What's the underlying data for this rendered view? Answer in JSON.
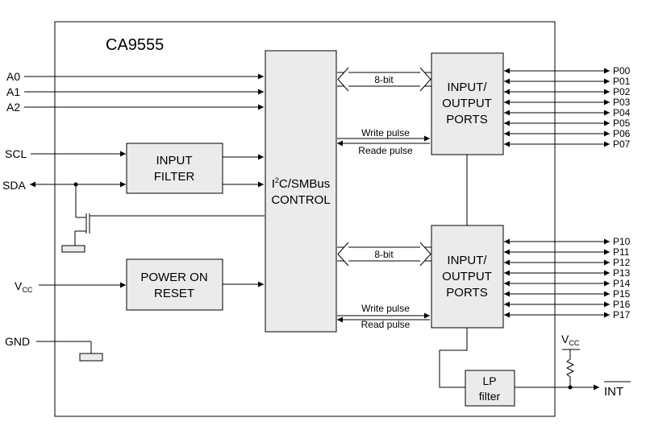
{
  "chip": {
    "name": "CA9555"
  },
  "address_pins": [
    "A0",
    "A1",
    "A2"
  ],
  "serial_pins": {
    "clock": "SCL",
    "data": "SDA"
  },
  "power_pins": {
    "vcc_main": "V",
    "vcc_sub": "CC",
    "ground": "GND"
  },
  "blocks": {
    "input_filter": [
      "INPUT",
      "FILTER"
    ],
    "power_on_reset": [
      "POWER ON",
      "RESET"
    ],
    "control": {
      "i": "I",
      "sup": "2",
      "rest": "C/SMBus",
      "line2": "CONTROL"
    },
    "ports_top": [
      "INPUT/",
      "OUTPUT",
      "PORTS"
    ],
    "ports_bottom": [
      "INPUT/",
      "OUTPUT",
      "PORTS"
    ],
    "lp_filter": [
      "LP",
      "filter"
    ]
  },
  "signals": {
    "bus_width_top": "8-bit",
    "bus_width_bottom": "8-bit",
    "write_pulse_top": "Write pulse",
    "read_pulse_top": "Reade pulse",
    "write_pulse_bottom": "Write pulse",
    "read_pulse_bottom": "Read pulse"
  },
  "port0_pins": [
    "P00",
    "P01",
    "P02",
    "P03",
    "P04",
    "P05",
    "P06",
    "P07"
  ],
  "port1_pins": [
    "P10",
    "P11",
    "P12",
    "P13",
    "P14",
    "P15",
    "P16",
    "P17"
  ],
  "interrupt": {
    "vcc_main": "V",
    "vcc_sub": "CC",
    "label": "INT"
  }
}
